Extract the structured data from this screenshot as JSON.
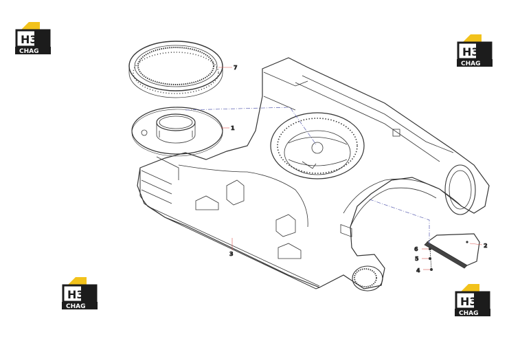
{
  "logo": {
    "mark": "H3",
    "wordmark": "CHAG",
    "roof_color": "#f2c21b",
    "dark_color": "#1c1c1c"
  },
  "callouts": [
    "7",
    "1",
    "2",
    "3",
    "4",
    "5",
    "6"
  ],
  "colors": {
    "line": "#333333",
    "leader_red": "#d9534f",
    "center_line_blue": "#5a5fb0"
  }
}
